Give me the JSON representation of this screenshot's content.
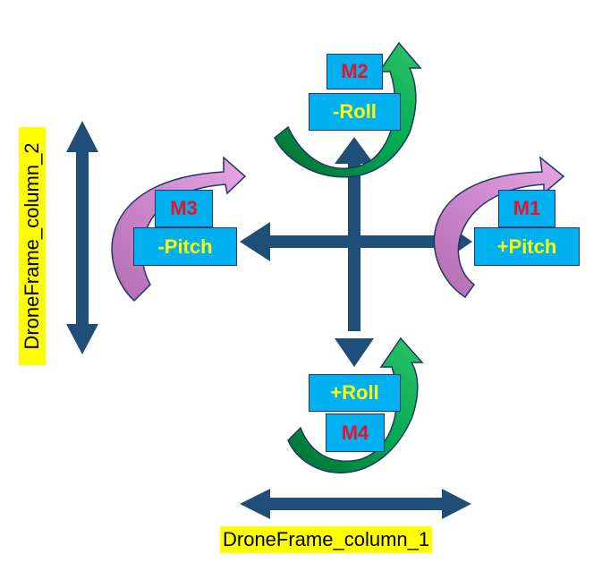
{
  "motors": {
    "m1": {
      "label": "M1",
      "axis": "+Pitch"
    },
    "m2": {
      "label": "M2",
      "axis": "-Roll"
    },
    "m3": {
      "label": "M3",
      "axis": "-Pitch"
    },
    "m4": {
      "label": "M4",
      "axis": "+Roll"
    }
  },
  "frame": {
    "column_1": "DroneFrame_column_1",
    "column_2": "DroneFrame_column_2"
  },
  "colors": {
    "box_fill": "#00b0f0",
    "box_border": "#1f3864",
    "motor_text": "#e8122d",
    "axis_text": "#ffff00",
    "arrow_dark": "#1f4e79",
    "roll_arrow": "#00a84f",
    "pitch_arrow": "#d58fd6",
    "highlight": "#ffff00"
  }
}
